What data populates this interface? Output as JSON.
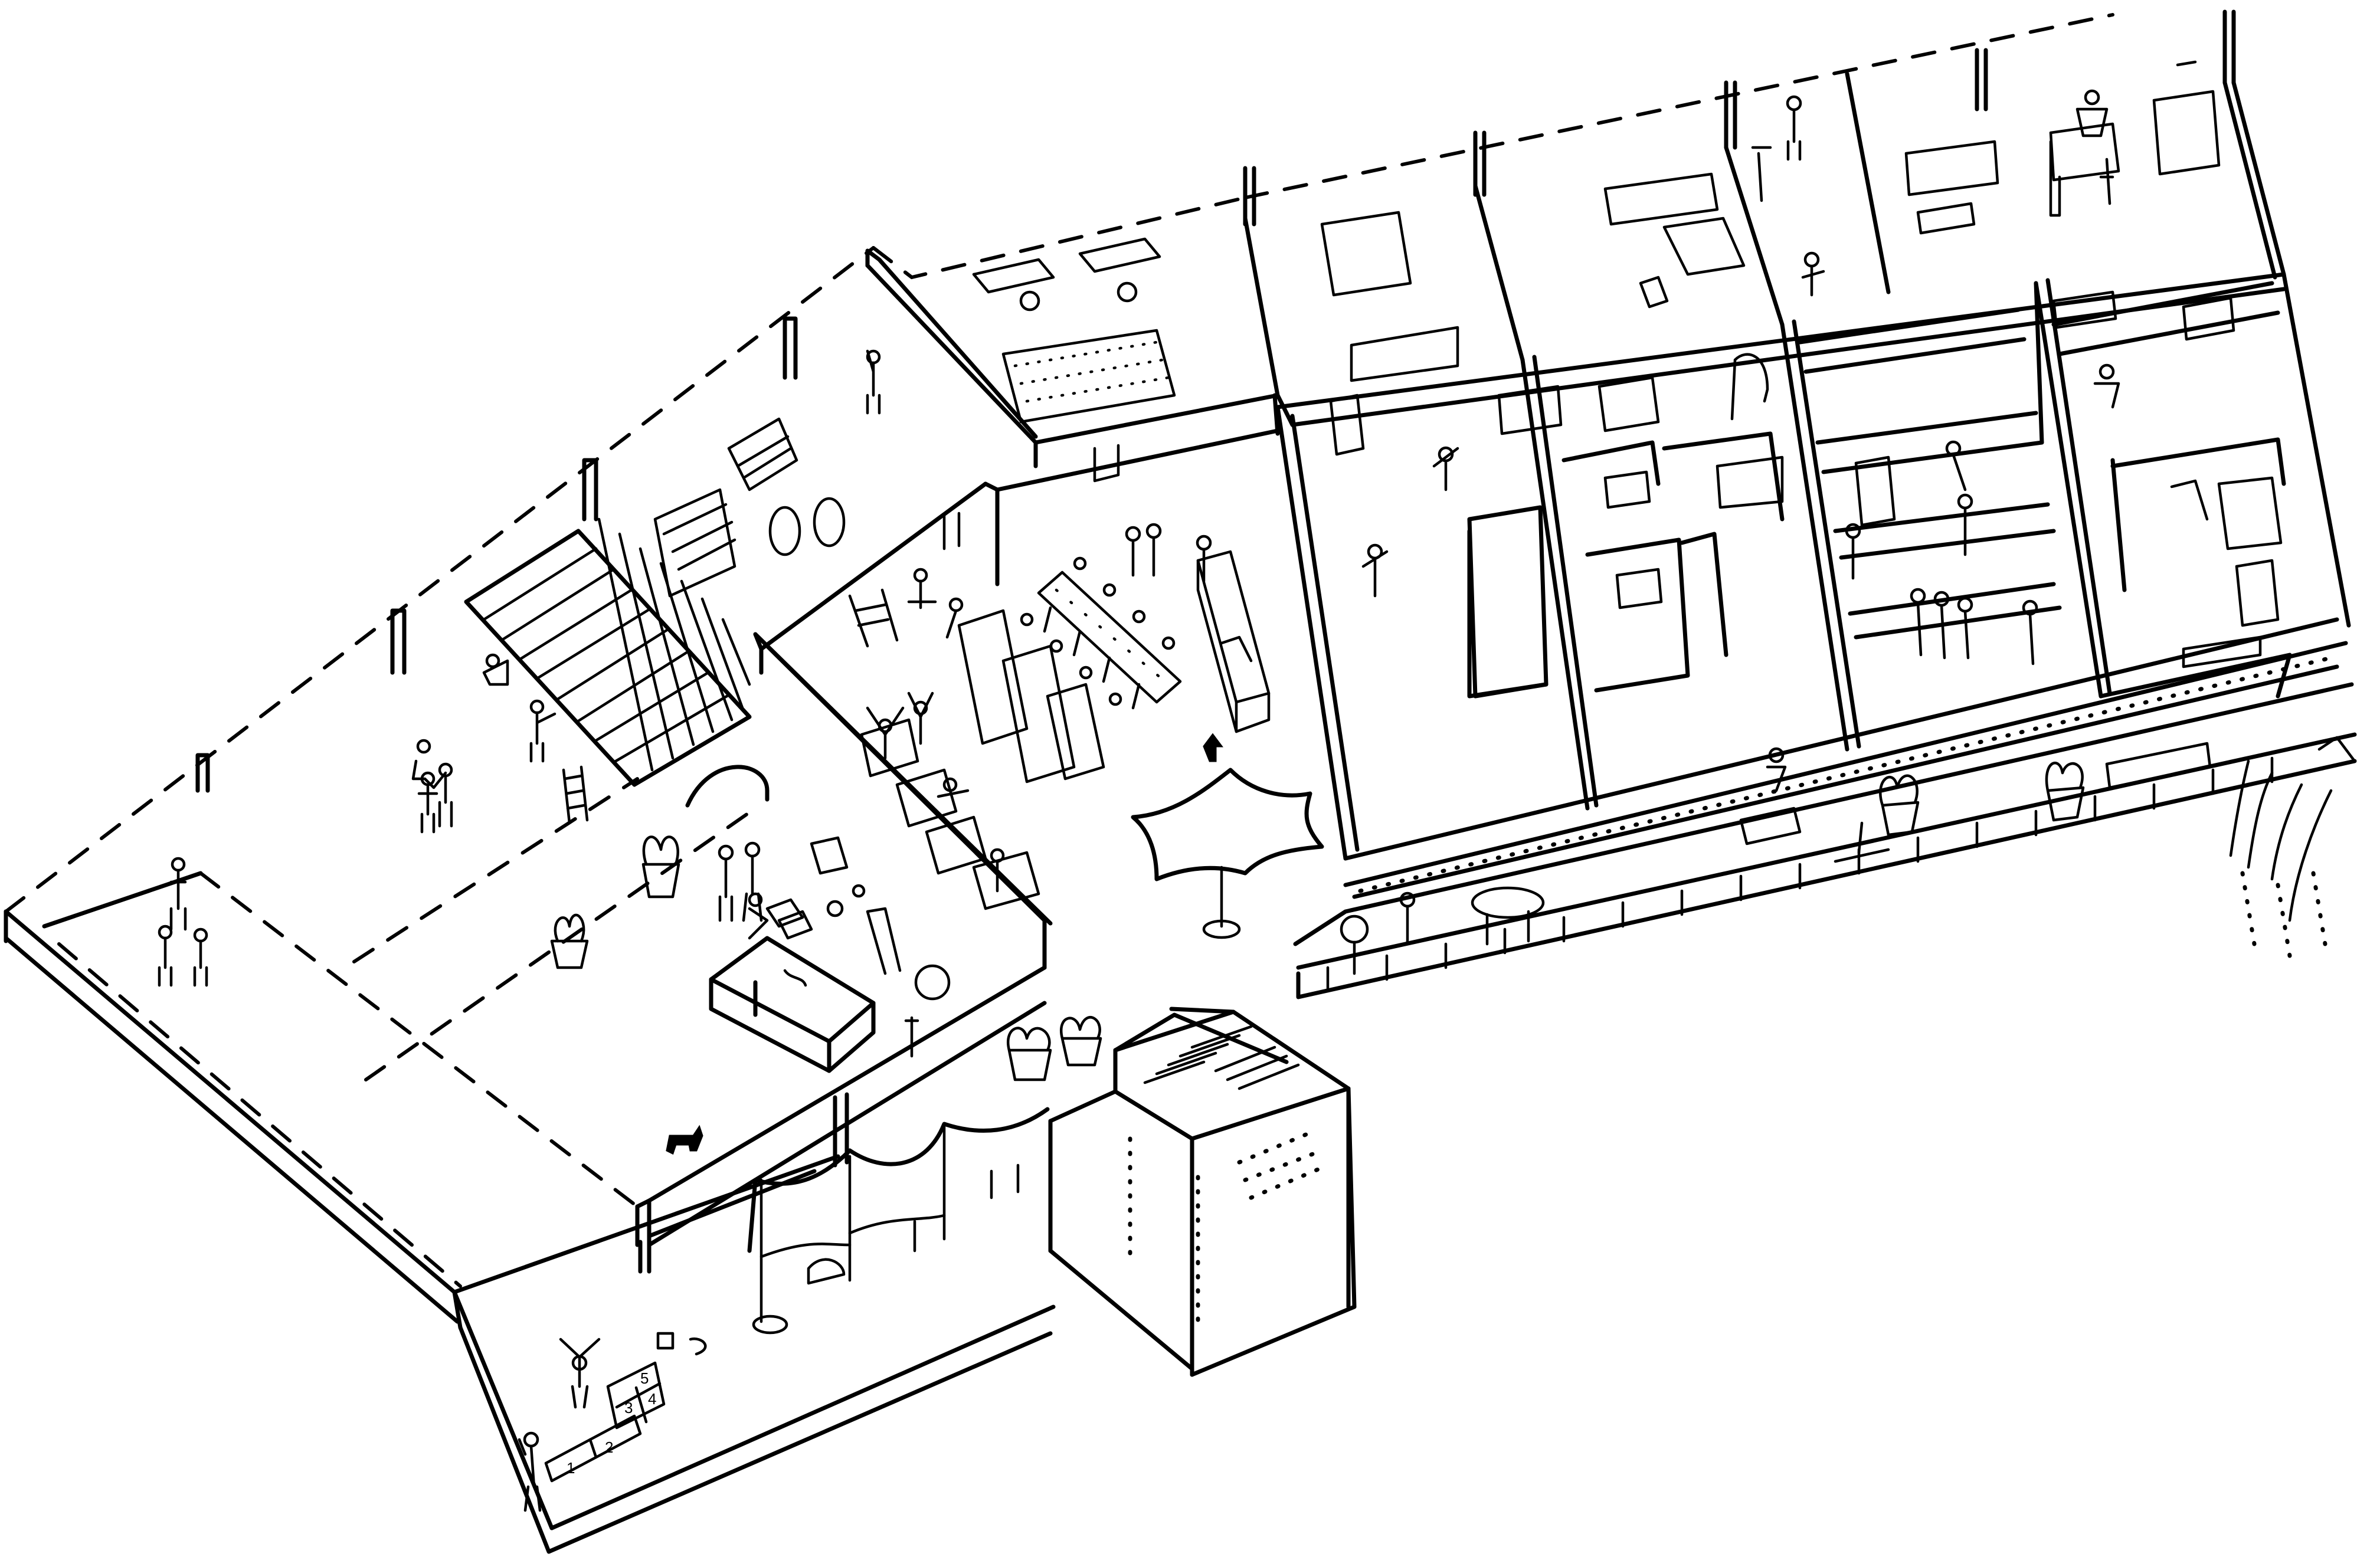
{
  "drawing": {
    "style": "hand-drawn isometric line sketch",
    "ink_color": "#000000",
    "paper_color": "#ffffff"
  },
  "hopscotch": {
    "labels": [
      "5",
      "3",
      "4",
      "2",
      "1"
    ]
  }
}
